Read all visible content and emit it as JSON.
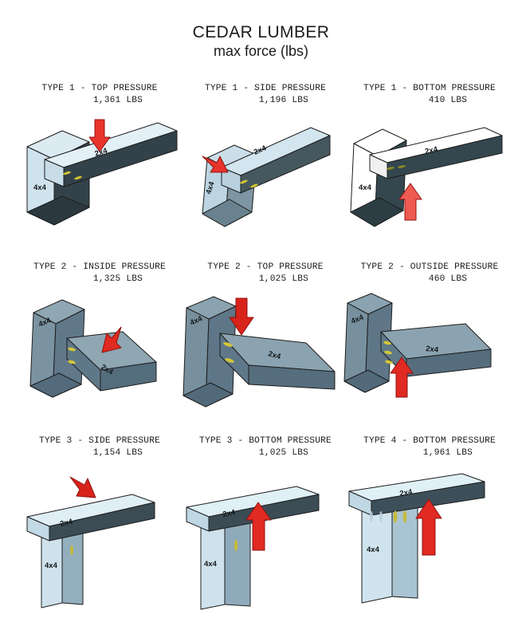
{
  "title": {
    "line1": "CEDAR LUMBER",
    "line2": "max force (lbs)"
  },
  "member_labels": {
    "beam": "2x4",
    "post": "4x4"
  },
  "colors": {
    "arrow_fill": "#e8342c",
    "arrow_stroke": "#8f1410",
    "face_light": "#d8eaf2",
    "face_mid": "#9fb8c4",
    "face_dark": "#33424a",
    "face_white": "#ffffff",
    "face_steel": "#6f8793",
    "face_steel_dark": "#4d626d",
    "screw": "#d4c63a",
    "outline": "#1d1d1d"
  },
  "panels": [
    {
      "id": "type-1-top-pressure",
      "type": "TYPE 1",
      "pressure": "TOP PRESSURE",
      "caption_line1": "TYPE 1 - TOP PRESSURE",
      "caption_line2": "1,361 LBS",
      "force_lbs": 1361,
      "arrow": "down"
    },
    {
      "id": "type-1-side-pressure",
      "type": "TYPE 1",
      "pressure": "SIDE PRESSURE",
      "caption_line1": "TYPE 1 - SIDE PRESSURE",
      "caption_line2": "1,196 LBS",
      "force_lbs": 1196,
      "arrow": "diagonal-down-right"
    },
    {
      "id": "type-1-bottom-pressure",
      "type": "TYPE 1",
      "pressure": "BOTTOM PRESSURE",
      "caption_line1": "TYPE 1 - BOTTOM PRESSURE",
      "caption_line2": "410 LBS",
      "force_lbs": 410,
      "arrow": "up"
    },
    {
      "id": "type-2-inside-pressure",
      "type": "TYPE 2",
      "pressure": "INSIDE PRESSURE",
      "caption_line1": "TYPE 2 - INSIDE PRESSURE",
      "caption_line2": "1,325 LBS",
      "force_lbs": 1325,
      "arrow": "diagonal-down-left"
    },
    {
      "id": "type-2-top-pressure",
      "type": "TYPE 2",
      "pressure": "TOP PRESSURE",
      "caption_line1": "TYPE 2 - TOP PRESSURE",
      "caption_line2": "1,025 LBS",
      "force_lbs": 1025,
      "arrow": "down"
    },
    {
      "id": "type-2-outside-pressure",
      "type": "TYPE 2",
      "pressure": "OUTSIDE PRESSURE",
      "caption_line1": "TYPE 2 - OUTSIDE PRESSURE",
      "caption_line2": "460 LBS",
      "force_lbs": 460,
      "arrow": "up"
    },
    {
      "id": "type-3-side-pressure",
      "type": "TYPE 3",
      "pressure": "SIDE PRESSURE",
      "caption_line1": "TYPE 3 - SIDE PRESSURE",
      "caption_line2": "1,154 LBS",
      "force_lbs": 1154,
      "arrow": "diagonal-down-right"
    },
    {
      "id": "type-3-bottom-pressure",
      "type": "TYPE 3",
      "pressure": "BOTTOM PRESSURE",
      "caption_line1": "TYPE 3 - BOTTOM PRESSURE",
      "caption_line2": "1,025 LBS",
      "force_lbs": 1025,
      "arrow": "up"
    },
    {
      "id": "type-4-bottom-pressure",
      "type": "TYPE 4",
      "pressure": "BOTTOM PRESSURE",
      "caption_line1": "TYPE 4 - BOTTOM PRESSURE",
      "caption_line2": "1,961 LBS",
      "force_lbs": 1961,
      "arrow": "up"
    }
  ]
}
